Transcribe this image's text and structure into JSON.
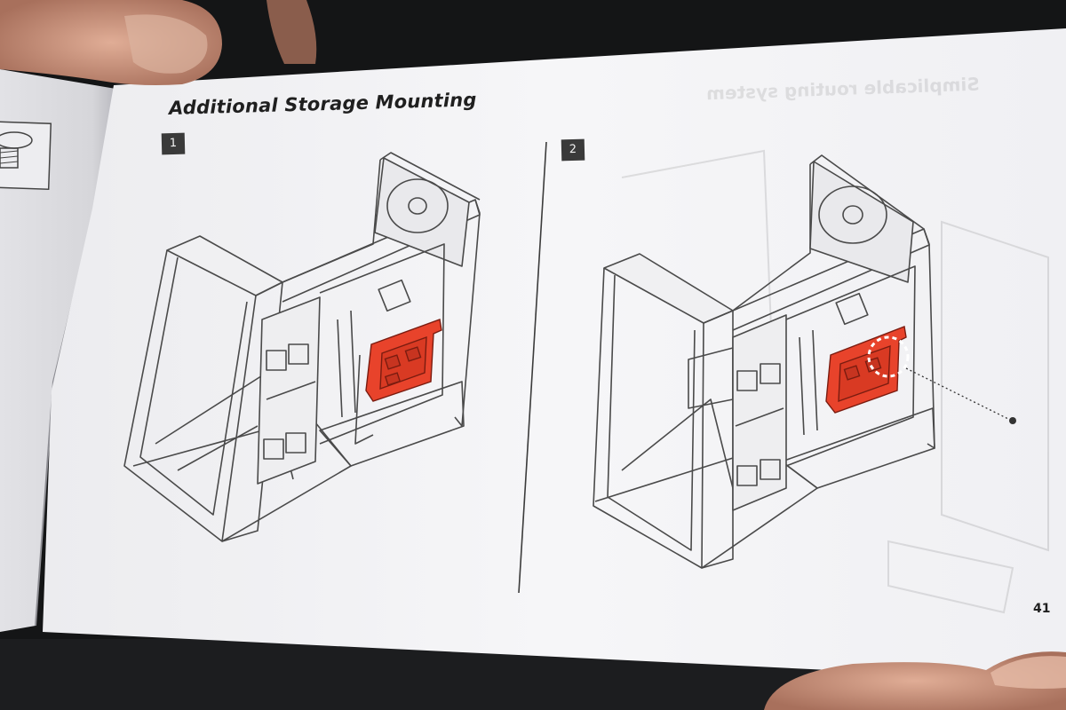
{
  "manual_page": {
    "title": "Additional Storage Mounting",
    "steps": [
      {
        "label": "1"
      },
      {
        "label": "2"
      }
    ],
    "page_number": "41",
    "see_through_text": "Simplicable routing system"
  },
  "colors": {
    "highlight": "#e8432b",
    "paper": "#f4f4f6",
    "line_art": "#555555",
    "background": "#141516",
    "skin": "#c9927a"
  },
  "icons": {
    "screw": "screw-icon",
    "callout": "dashed-circle-callout"
  }
}
